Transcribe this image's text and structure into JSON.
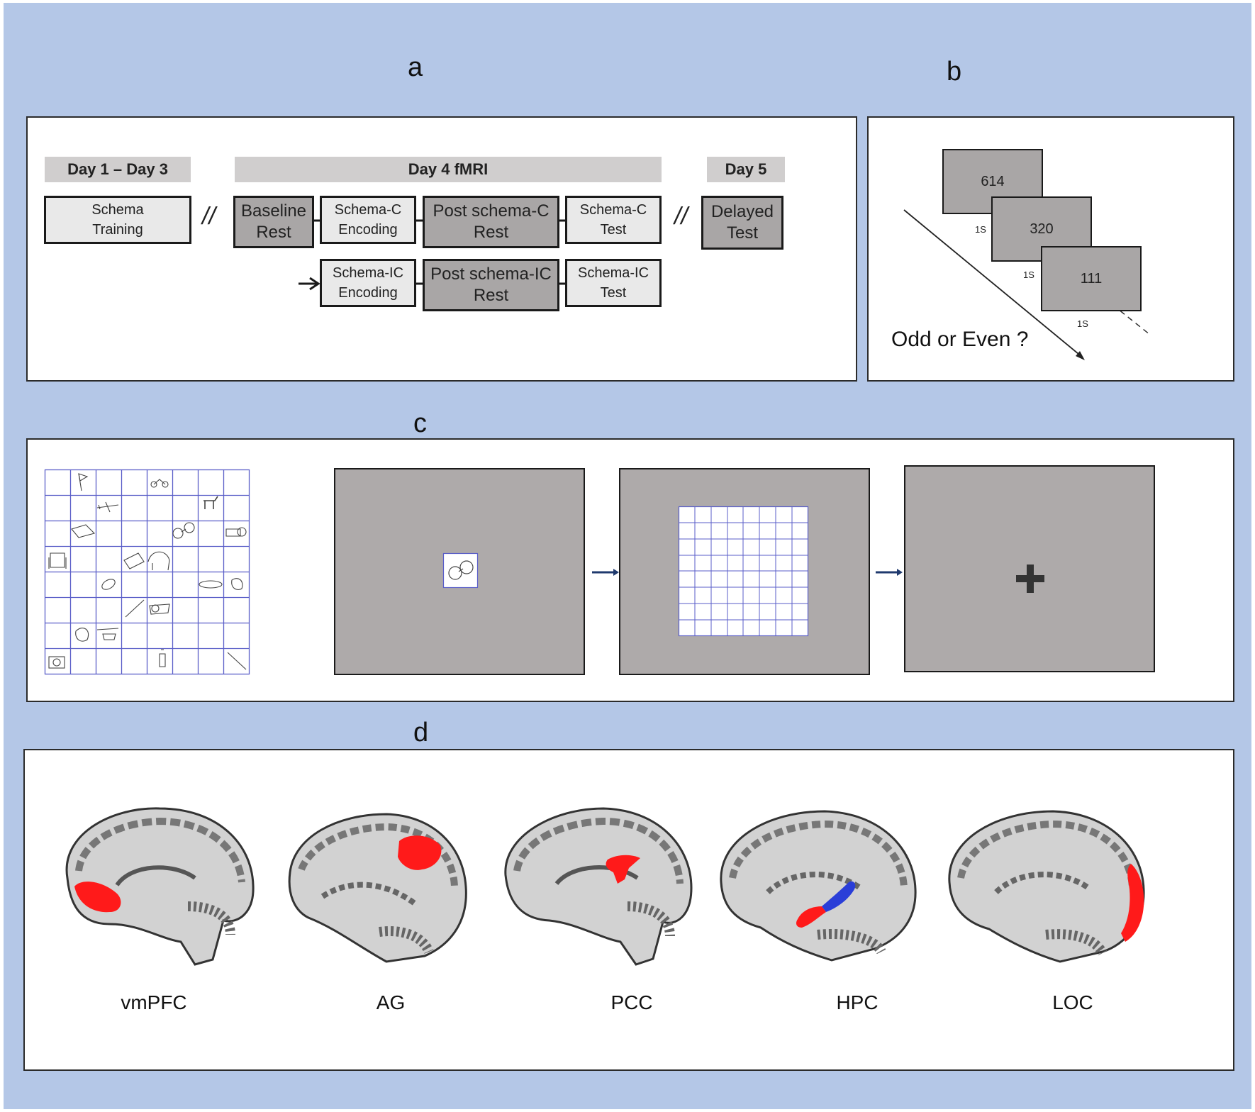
{
  "labels": {
    "a": "a",
    "b": "b",
    "c": "c",
    "d": "d"
  },
  "panel_a": {
    "headers": {
      "day1_3": "Day 1 – Day 3",
      "day4": "Day 4 fMRI",
      "day5": "Day 5"
    },
    "separator": "//",
    "boxes": {
      "schema_training": "Schema\nTraining",
      "baseline_rest": "Baseline\nRest",
      "schema_c_encoding": "Schema-C\nEncoding",
      "post_schema_c_rest": "Post schema-C\nRest",
      "schema_c_test": "Schema-C\nTest",
      "delayed_test": "Delayed\nTest",
      "schema_ic_encoding": "Schema-IC\nEncoding",
      "post_schema_ic_rest": "Post schema-IC\nRest",
      "schema_ic_test": "Schema-IC\nTest"
    }
  },
  "panel_b": {
    "numbers": [
      "614",
      "320",
      "111"
    ],
    "durations": [
      "1S",
      "1S",
      "1S"
    ],
    "question": "Odd or Even ?"
  },
  "panel_d": {
    "regions": [
      "vmPFC",
      "AG",
      "PCC",
      "HPC",
      "LOC"
    ],
    "colors": {
      "activation": "#ff1a1a",
      "hpc_second": "#2a3ed8"
    }
  }
}
